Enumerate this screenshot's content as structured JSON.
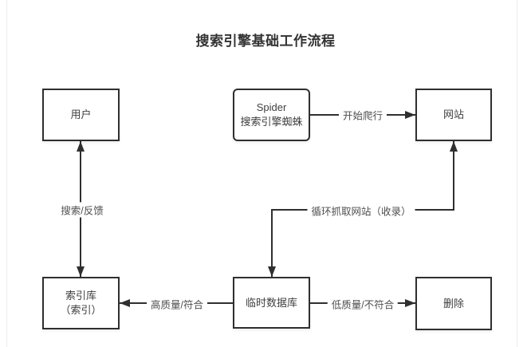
{
  "page": {
    "title": "搜索引擎基础工作流程"
  },
  "diagram": {
    "nodes": {
      "user": {
        "label": "用户"
      },
      "spider": {
        "title": "Spider",
        "subtitle": "搜索引擎蜘蛛"
      },
      "website": {
        "label": "网站"
      },
      "index_db": {
        "label": "索引库",
        "sublabel": "（索引）"
      },
      "temp_db": {
        "label": "临时数据库"
      },
      "delete": {
        "label": "删除"
      }
    },
    "edges": {
      "start_crawl": {
        "label": "开始爬行",
        "from": "spider",
        "to": "website",
        "arrows": "one-way"
      },
      "search_feedback": {
        "label": "搜索/反馈",
        "from": "user",
        "to": "index_db",
        "arrows": "two-way"
      },
      "loop_crawl": {
        "label": "循环抓取网站（收录）",
        "from": "website",
        "to": "temp_db",
        "arrows": "two-way"
      },
      "high_quality": {
        "label": "高质量/符合",
        "from": "temp_db",
        "to": "index_db",
        "arrows": "one-way"
      },
      "low_quality": {
        "label": "低质量/不符合",
        "from": "temp_db",
        "to": "delete",
        "arrows": "one-way"
      }
    },
    "colors": {
      "stroke": "#2f2f2f",
      "node_text": "#3f3f3f",
      "edge_label_text": "#4e4e4e",
      "title_text": "#333333",
      "page_edge": "#ededed",
      "background": "#ffffff"
    }
  }
}
